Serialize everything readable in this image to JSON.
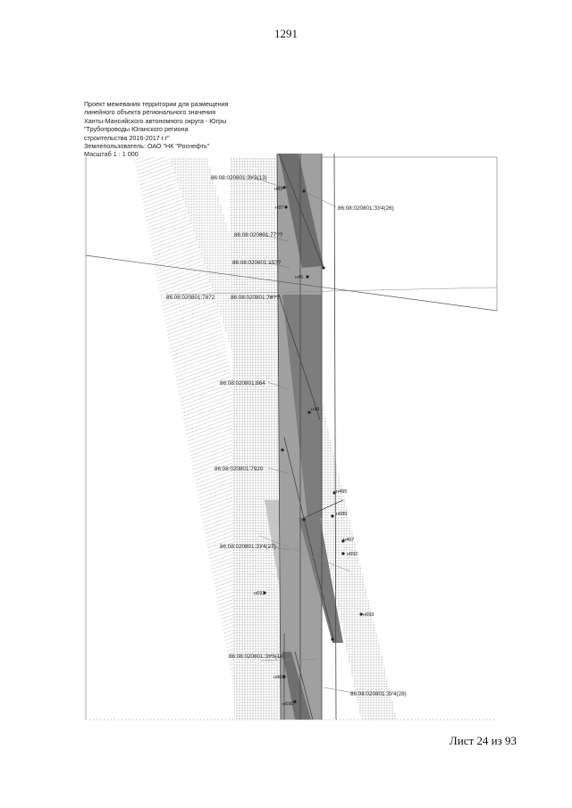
{
  "page_number": "1291",
  "title_lines": [
    "Проект межевания территории для размещения",
    "линейного объекта регионального значения",
    "Ханты-Мансийского автономного округа - Югры",
    "\"Трубопроводы Юганского региона",
    "строительства 2016-2017 г.г\"",
    "Землепользователь: ОАО \"НК \"Роснефть\"",
    "Масштаб 1 : 1 000"
  ],
  "map_labels": {
    "parcel_zu3_13": "86:08:020801:ЗУ3(13)",
    "parcel_zu4_26a": "86:08:020801:ЗУ4(26)",
    "parcel_7777": "86:08:020801:77??",
    "parcel_1545": "86:08:020801:15??",
    "parcel_7872": "86:08:020801:7872",
    "parcel_7878": "86:08:020801:78??",
    "parcel_864": "86:08:020801:864",
    "parcel_7920": "86:08:020801:7920",
    "parcel_zu4_27": "86:08:020801:ЗУ4(27)",
    "parcel_zu3_14": "86:08:020801:ЗУ3(14)",
    "parcel_zu4_28": "86:08:020801:ЗУ4(28)",
    "pt_h89": "н89",
    "pt_h87": "н87",
    "pt_h45": "н45",
    "pt_h48": "н48",
    "pt_h495": "н495",
    "pt_h689": "н689",
    "pt_h467": "н467",
    "pt_h692": "н692",
    "pt_h691": "н691",
    "pt_h693": "н693",
    "pt_h469": "н469",
    "pt_h690": "н690"
  },
  "sheet_label": "Лист 24 из 93",
  "colors": {
    "corridor": "#8f8f8f",
    "stipple": "#bdbdbd",
    "line": "#555555"
  }
}
